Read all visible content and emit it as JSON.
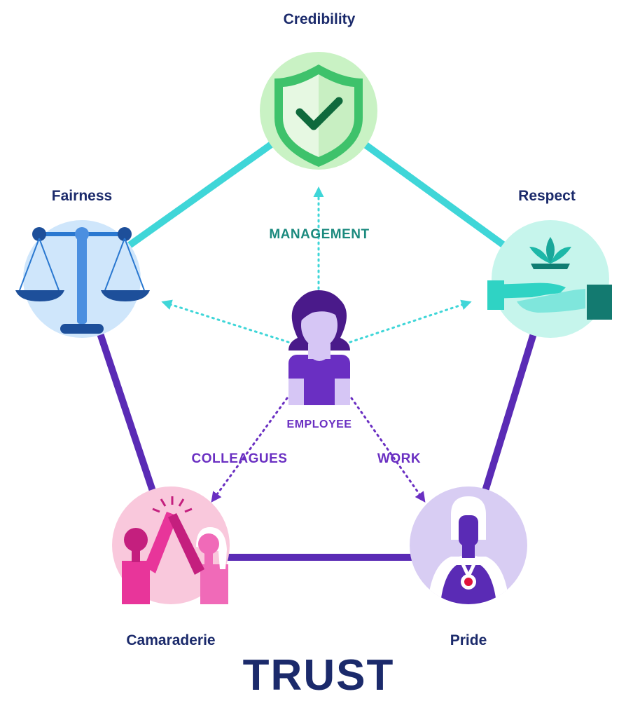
{
  "nodes": {
    "credibility": {
      "label": "Credibility",
      "icon": "shield-check-icon",
      "bg": "#c9f2c4"
    },
    "fairness": {
      "label": "Fairness",
      "icon": "balance-scale-icon",
      "bg": "#cfe6fb"
    },
    "respect": {
      "label": "Respect",
      "icon": "hands-lotus-icon",
      "bg": "#c6f5ec"
    },
    "camaraderie": {
      "label": "Camaraderie",
      "icon": "high-five-icon",
      "bg": "#f9c8dc"
    },
    "pride": {
      "label": "Pride",
      "icon": "medal-person-icon",
      "bg": "#d8cdf3"
    },
    "employee": {
      "label": "EMPLOYEE",
      "icon": "employee-icon"
    }
  },
  "relations": {
    "management": {
      "label": "MANAGEMENT",
      "color": "#1b8a7e"
    },
    "colleagues": {
      "label": "COLLEAGUES",
      "color": "#6a2fc2"
    },
    "work": {
      "label": "WORK",
      "color": "#6a2fc2"
    }
  },
  "footer": {
    "title": "TRUST"
  },
  "colors": {
    "teal_edge": "#3fd6d8",
    "purple_edge": "#5a2bb5",
    "navy": "#1b2a6b"
  }
}
